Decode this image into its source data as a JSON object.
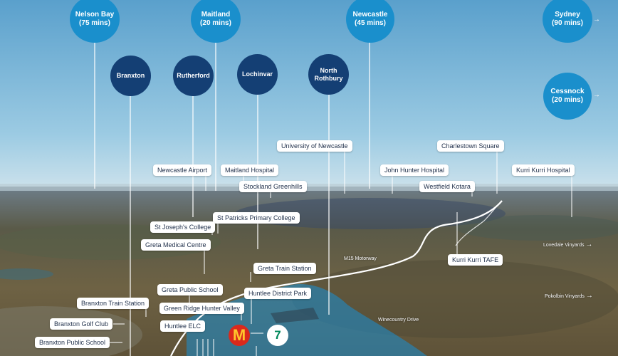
{
  "map": {
    "towns": [
      {
        "name": "Nelson Bay",
        "sub": "(75 mins)",
        "style": "lite"
      },
      {
        "name": "Maitland",
        "sub": "(20 mins)",
        "style": "lite"
      },
      {
        "name": "Newcastle",
        "sub": "(45 mins)",
        "style": "lite"
      },
      {
        "name": "Sydney",
        "sub": "(90 mins)",
        "style": "lite"
      },
      {
        "name": "Cessnock",
        "sub": "(20 mins)",
        "style": "lite"
      },
      {
        "name": "Branxton",
        "sub": "",
        "style": "dark"
      },
      {
        "name": "Rutherford",
        "sub": "",
        "style": "dark"
      },
      {
        "name": "Lochinvar",
        "sub": "",
        "style": "dark"
      },
      {
        "name": "North Rothbury",
        "sub": "",
        "style": "dark"
      }
    ],
    "places": [
      "University of Newcastle",
      "Charlestown Square",
      "Newcastle Airport",
      "Maitland Hospital",
      "John Hunter Hospital",
      "Kurri Kurri Hospital",
      "Stockland Greenhills",
      "Westfield Kotara",
      "St Patricks Primary College",
      "St Joseph's College",
      "Greta Medical Centre",
      "Kurri Kurri TAFE",
      "Greta Train Station",
      "Greta Public School",
      "Huntlee District Park",
      "Branxton Train Station",
      "Green Ridge Hunter Valley",
      "Branxton Golf Club",
      "Huntlee ELC",
      "Branxton Public School"
    ],
    "roads": [
      {
        "name": "M15 Motorway"
      },
      {
        "name": "Winecountry Drive"
      },
      {
        "name": "Lovedale Vinyards"
      },
      {
        "name": "Pokolbin Vinyards"
      }
    ],
    "logos": {
      "mcdonalds": {
        "text": "M",
        "color": "#da291c"
      },
      "seven_eleven": {
        "text": "7",
        "color": "#00875a"
      }
    },
    "colors": {
      "town_circle": "#1a8fcc",
      "suburb_circle": "#143f74",
      "sky": "#6aa9d1",
      "development_area": "#1e8ac6"
    }
  }
}
